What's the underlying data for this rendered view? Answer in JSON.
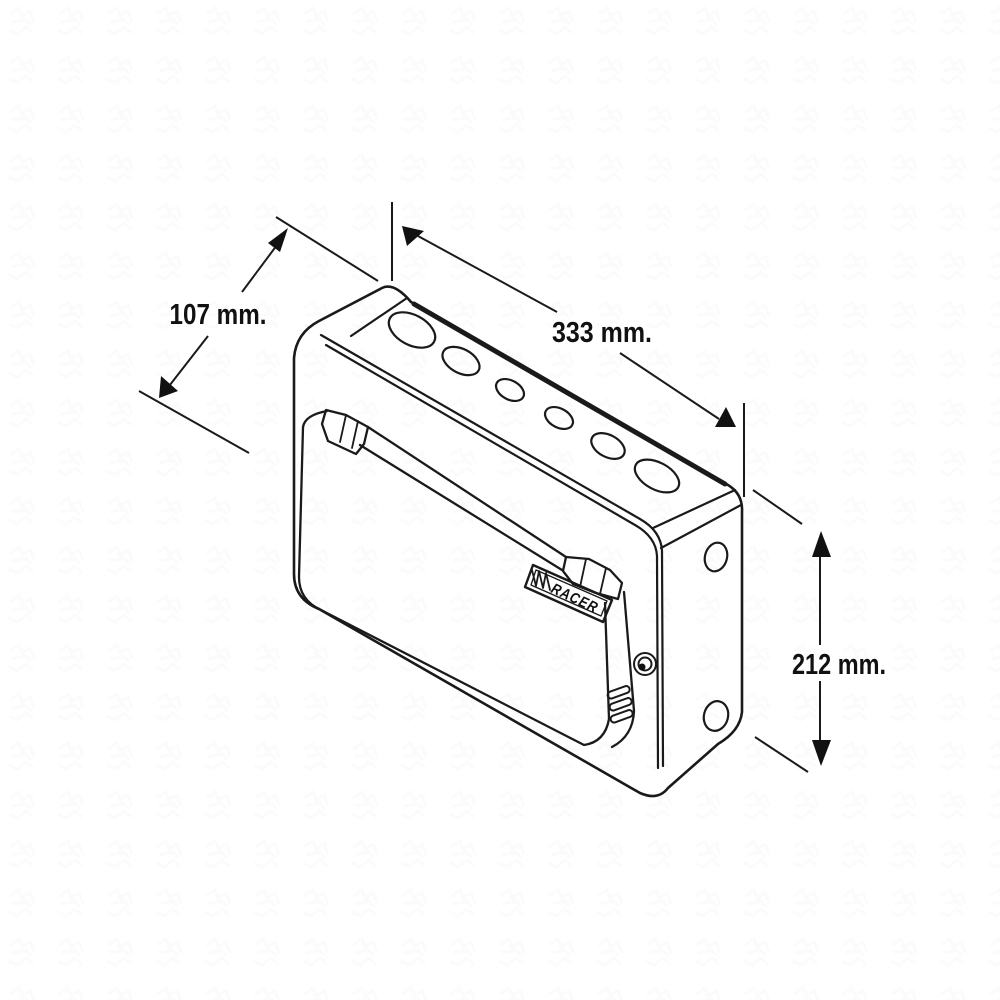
{
  "diagram": {
    "type": "technical-drawing",
    "product": {
      "brand_label": "RACER"
    },
    "dimensions": {
      "depth": {
        "label": "107 mm."
      },
      "width": {
        "label": "333 mm."
      },
      "height": {
        "label": "212 mm."
      }
    },
    "colors": {
      "line": "#1a1a1a",
      "background": "#ffffff"
    }
  }
}
